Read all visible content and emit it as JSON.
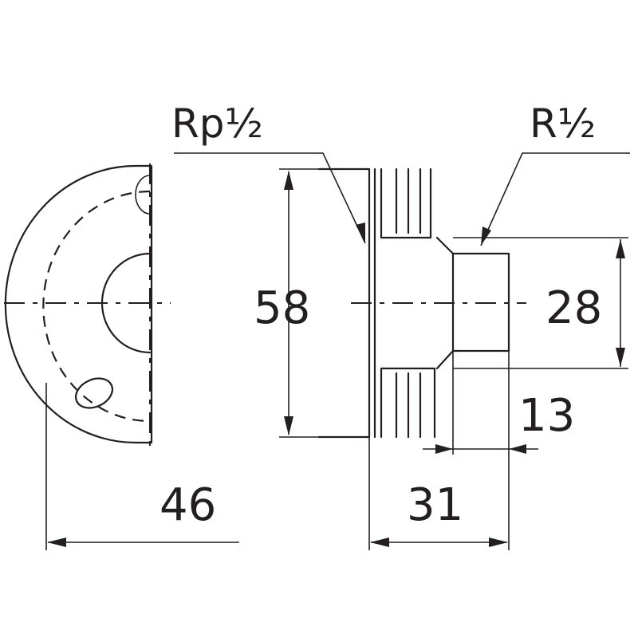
{
  "labels": {
    "inlet_thread": "Rp½",
    "outlet_thread": "R½"
  },
  "dimensions": {
    "flange_width": "46",
    "height": "58",
    "body_length": "31",
    "outlet_diameter": "28",
    "thread_length": "13"
  }
}
